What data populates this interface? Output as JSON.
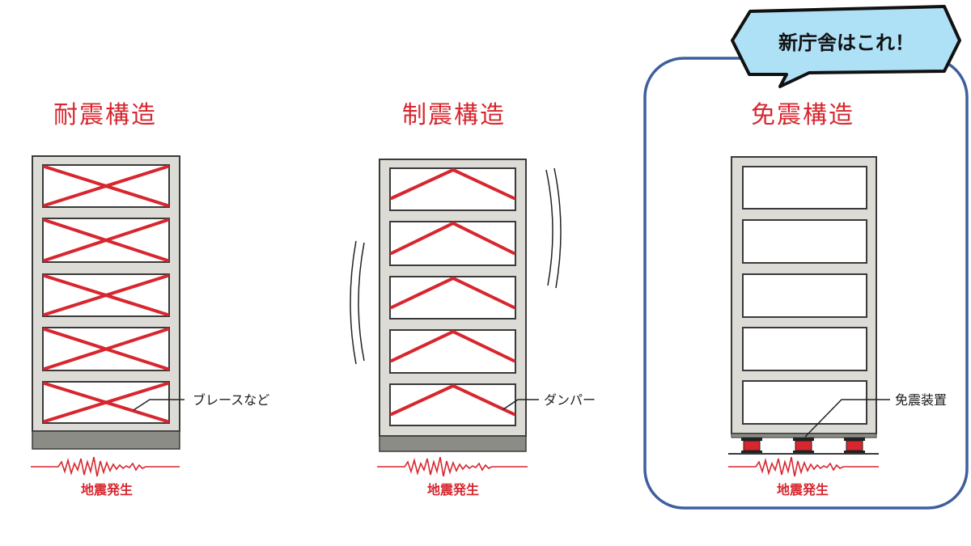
{
  "panels": [
    {
      "title": "耐震構造",
      "callout": "ブレースなど",
      "quake_label": "地震発生"
    },
    {
      "title": "制震構造",
      "callout": "ダンパー",
      "quake_label": "地震発生"
    },
    {
      "title": "免震構造",
      "callout": "免震装置",
      "quake_label": "地震発生"
    }
  ],
  "highlight": {
    "bubble_text": "新庁舎はこれ！"
  },
  "colors": {
    "accent_red": "#d7262e",
    "frame_fill": "#dcdbd5",
    "frame_stroke": "#3a3a3a",
    "ground": "#8c8c86",
    "highlight_border": "#3e5f9e",
    "bubble_fill": "#aee0f6"
  }
}
